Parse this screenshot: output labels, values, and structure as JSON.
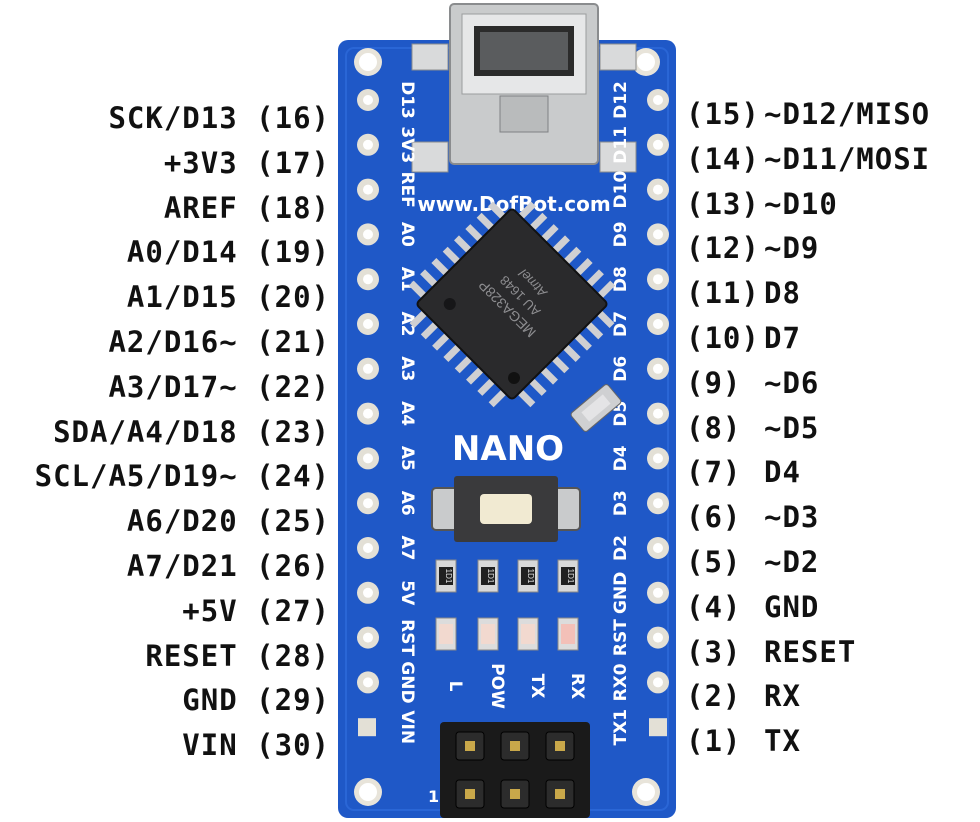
{
  "left_pins": [
    {
      "name": "SCK/D13",
      "num": "(16)"
    },
    {
      "name": "+3V3",
      "num": "(17)"
    },
    {
      "name": "AREF",
      "num": "(18)"
    },
    {
      "name": "A0/D14",
      "num": "(19)"
    },
    {
      "name": "A1/D15",
      "num": "(20)"
    },
    {
      "name": "A2/D16~",
      "num": "(21)"
    },
    {
      "name": "A3/D17~",
      "num": "(22)"
    },
    {
      "name": "SDA/A4/D18",
      "num": "(23)"
    },
    {
      "name": "SCL/A5/D19~",
      "num": "(24)"
    },
    {
      "name": "A6/D20",
      "num": "(25)"
    },
    {
      "name": "A7/D21",
      "num": "(26)"
    },
    {
      "name": "+5V",
      "num": "(27)"
    },
    {
      "name": "RESET",
      "num": "(28)"
    },
    {
      "name": "GND",
      "num": "(29)"
    },
    {
      "name": "VIN",
      "num": "(30)"
    }
  ],
  "right_pins": [
    {
      "num": "(15)",
      "name": "~D12/MISO"
    },
    {
      "num": "(14)",
      "name": "~D11/MOSI"
    },
    {
      "num": "(13)",
      "name": "~D10"
    },
    {
      "num": "(12)",
      "name": "~D9"
    },
    {
      "num": "(11)",
      "name": "D8"
    },
    {
      "num": "(10)",
      "name": "D7"
    },
    {
      "num": "(9)",
      "name": "~D6"
    },
    {
      "num": "(8)",
      "name": "~D5"
    },
    {
      "num": "(7)",
      "name": "D4"
    },
    {
      "num": "(6)",
      "name": "~D3"
    },
    {
      "num": "(5)",
      "name": "~D2"
    },
    {
      "num": "(4)",
      "name": "GND"
    },
    {
      "num": "(3)",
      "name": "RESET"
    },
    {
      "num": "(2)",
      "name": "RX"
    },
    {
      "num": "(1)",
      "name": "TX"
    }
  ],
  "board": {
    "watermark": "www.DofBot.com",
    "model": "NANO",
    "chip_lines": [
      "MEGA328P",
      "AU 1648"
    ],
    "chip_brand": "Atmel",
    "silk_left": [
      "D13",
      "3V3",
      "REF",
      "A0",
      "A1",
      "A2",
      "A3",
      "A4",
      "A5",
      "A6",
      "A7",
      "5V",
      "RST",
      "GND",
      "VIN"
    ],
    "silk_right": [
      "D12",
      "D11",
      "D10",
      "D9",
      "D8",
      "D7",
      "D6",
      "D5",
      "D4",
      "D3",
      "D2",
      "GND",
      "RST",
      "RX0",
      "TX1"
    ],
    "led_labels": [
      "L",
      "POW",
      "TX",
      "RX"
    ],
    "resistor_code": "1D1",
    "header_label": "1",
    "board_color": "#1f58c7",
    "accent_white": "#ffffff"
  }
}
